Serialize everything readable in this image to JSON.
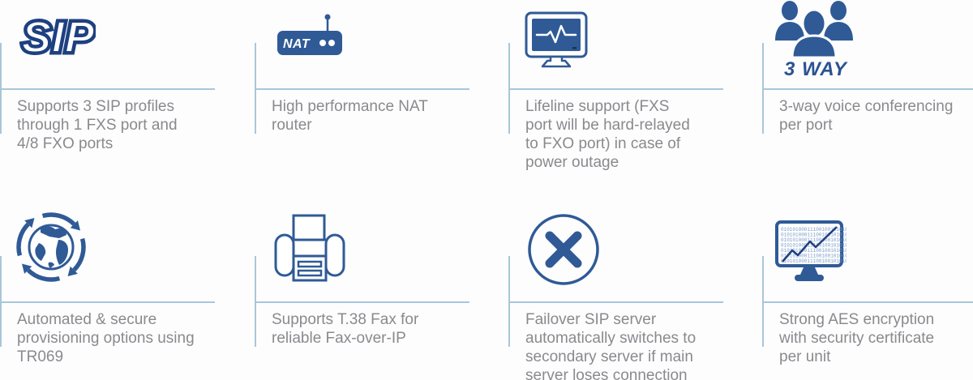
{
  "colors": {
    "icon_blue": "#2f5a96",
    "dark_navy": "#1e4080",
    "divider_blue": "#a9c6d8",
    "text_gray": "#8a8a8e"
  },
  "icons": {
    "sip_label": "SIP",
    "nat_label": "NAT",
    "three_way_label": "3 WAY",
    "aes_binary_row": "010101000111001001010100"
  },
  "features": [
    {
      "id": "sip-profiles",
      "icon": "sip-logo-icon",
      "text": "Supports 3 SIP profiles\nthrough 1 FXS port and\n4/8 FXO ports"
    },
    {
      "id": "nat-router",
      "icon": "nat-router-icon",
      "text": "High performance NAT\nrouter"
    },
    {
      "id": "lifeline",
      "icon": "lifeline-monitor-icon",
      "text": "Lifeline support (FXS\nport will be hard-relayed\nto FXO port) in case of\npower outage"
    },
    {
      "id": "three-way",
      "icon": "three-way-conference-icon",
      "text": "3-way voice conferencing\nper port"
    },
    {
      "id": "provisioning",
      "icon": "globe-sync-icon",
      "text": "Automated & secure\nprovisioning options using\nTR069"
    },
    {
      "id": "t38-fax",
      "icon": "fax-printer-icon",
      "text": "Supports T.38 Fax for\nreliable Fax-over-IP"
    },
    {
      "id": "failover",
      "icon": "failover-cross-circle-icon",
      "text": "Failover SIP server\nautomatically switches to\nsecondary server if main\nserver loses connection"
    },
    {
      "id": "aes-encryption",
      "icon": "aes-encryption-monitor-icon",
      "text": "Strong AES encryption\nwith security certificate\nper unit"
    }
  ]
}
